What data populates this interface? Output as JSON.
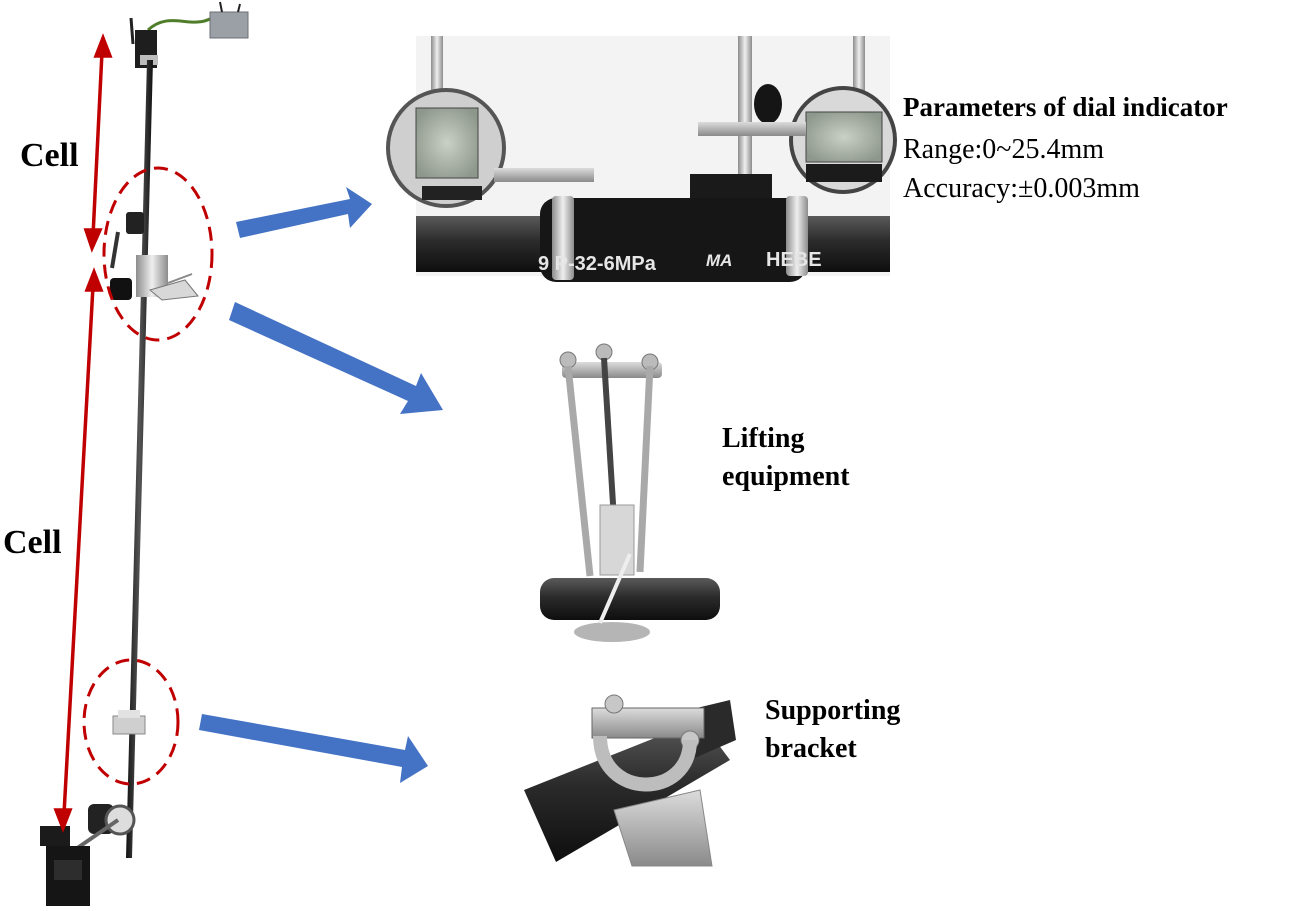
{
  "labels": {
    "cell_top": "Cell",
    "cell_bottom": "Cell",
    "dial_title": "Parameters of dial indicator",
    "dial_range": "Range:0~25.4mm",
    "dial_accuracy": "Accuracy:±0.003mm",
    "lifting_line1": "Lifting",
    "lifting_line2": "equipment",
    "support_line1": "Supporting",
    "support_line2": "bracket"
  },
  "photo_text": {
    "hose_print": "9  P-32-6MPa",
    "hose_logo": "MA",
    "hose_brand": "HEBE"
  },
  "colors": {
    "cell_arrow": "#c00000",
    "callout_circle": "#c00000",
    "pointer_arrow": "#4472c4",
    "rod": "#2a2a2a",
    "metal": "#b8b8b8"
  }
}
